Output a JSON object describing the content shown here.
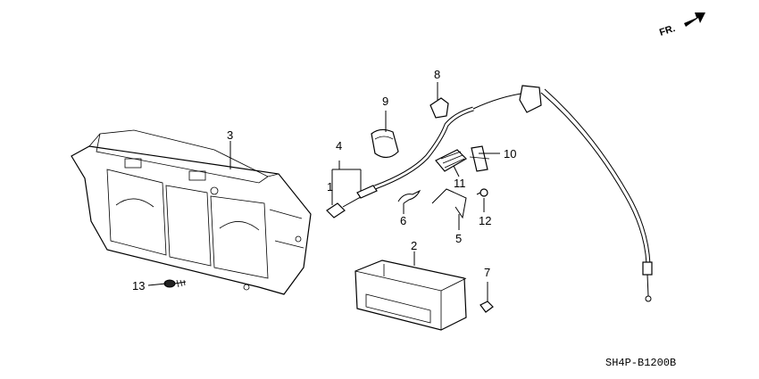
{
  "diagram": {
    "orientation_label": "FR.",
    "diagram_code": "SH4P-B1200B",
    "callouts": [
      "1",
      "2",
      "3",
      "4",
      "5",
      "6",
      "7",
      "8",
      "9",
      "10",
      "11",
      "12",
      "13"
    ]
  }
}
